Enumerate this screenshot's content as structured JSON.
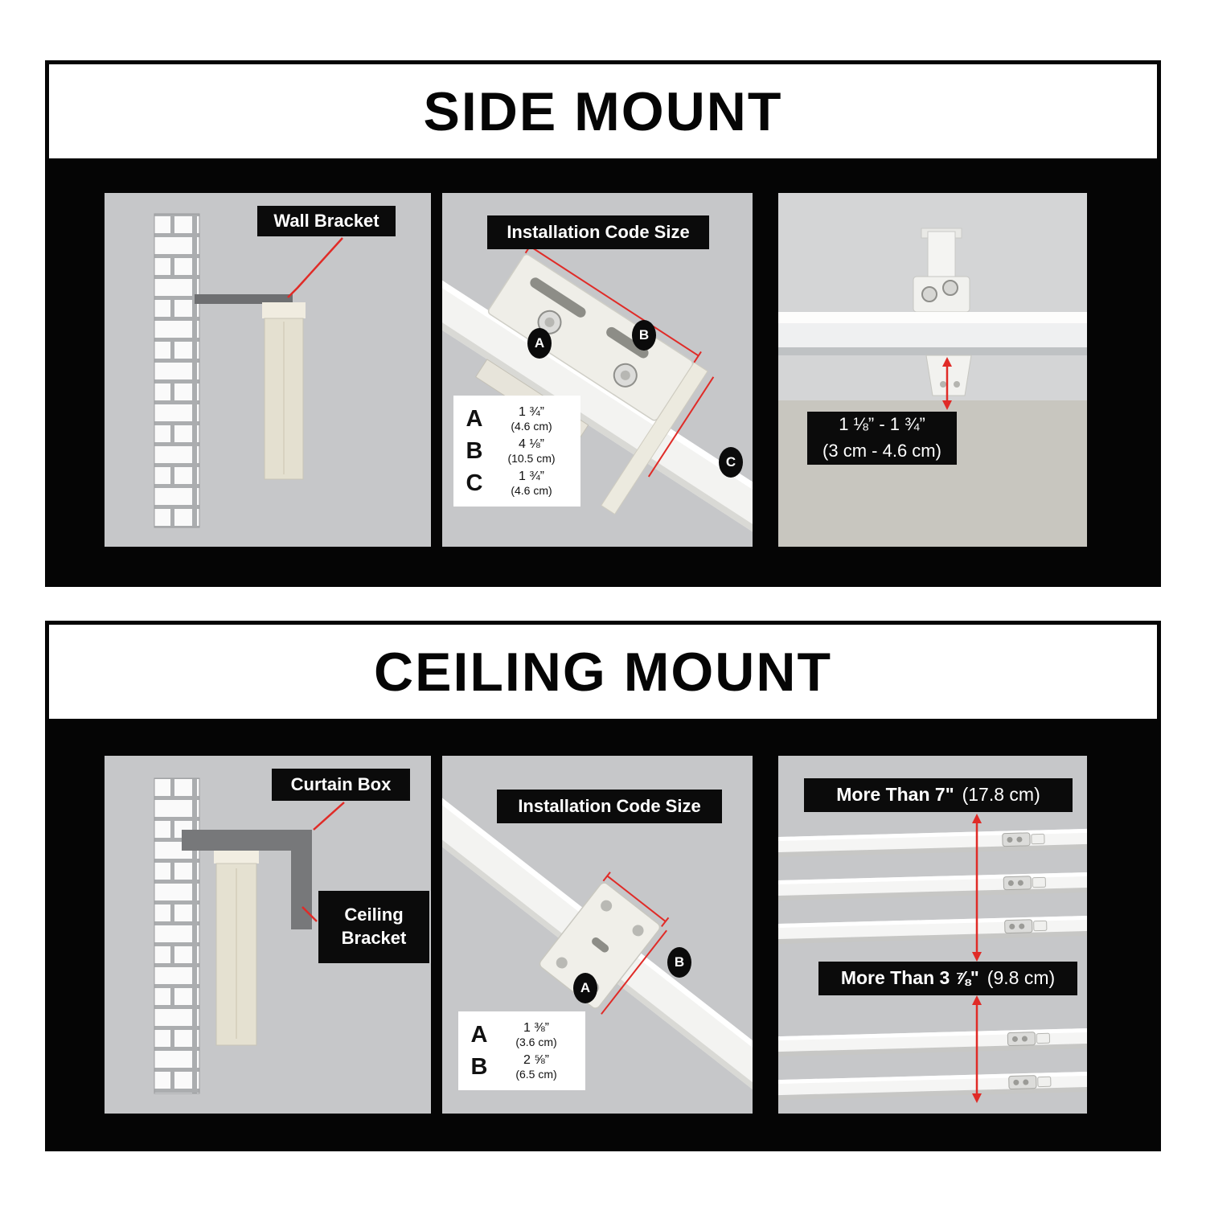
{
  "colors": {
    "accent_red": "#e02b27",
    "board_black": "#050505",
    "panel_gray": "#c6c7c9"
  },
  "side_mount": {
    "title": "SIDE MOUNT",
    "wall_panel": {
      "bracket_label": "Wall Bracket"
    },
    "code_panel": {
      "label": "Installation Code Size",
      "rows": [
        {
          "code": "A",
          "inches": "1 ¾”",
          "cm": "(4.6 cm)"
        },
        {
          "code": "B",
          "inches": "4 ⅛”",
          "cm": "(10.5 cm)"
        },
        {
          "code": "C",
          "inches": "1 ¾”",
          "cm": "(4.6 cm)"
        }
      ]
    },
    "range_panel": {
      "range_inches": "1 ⅛” - 1 ¾”",
      "range_cm": "(3 cm - 4.6 cm)"
    }
  },
  "ceiling_mount": {
    "title": "CEILING MOUNT",
    "box_panel": {
      "curtain_box_label": "Curtain Box",
      "ceiling_bracket_label": "Ceiling Bracket"
    },
    "code_panel": {
      "label": "Installation Code Size",
      "rows": [
        {
          "code": "A",
          "inches": "1 ⅜”",
          "cm": "(3.6 cm)"
        },
        {
          "code": "B",
          "inches": "2 ⅝”",
          "cm": "(6.5 cm)"
        }
      ]
    },
    "spacing_panel": {
      "top_label_bold": "More Than 7\"",
      "top_label_value": "(17.8 cm)",
      "mid_label_bold": "More Than 3 ⅞\"",
      "mid_label_value": "(9.8 cm)"
    }
  }
}
